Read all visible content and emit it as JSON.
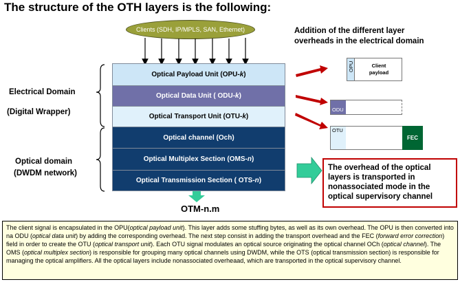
{
  "title": "The structure of  the OTH layers is the following:",
  "clients_label": "Clients (SDH, IP/MPLS, SAN, Ethernet)",
  "layers": [
    {
      "label": "Optical Payload Unit (OPU-",
      "suffix": "k",
      "close": ")",
      "bg": "#cde6f7",
      "fg": "#000000"
    },
    {
      "label": "Optical Data Unit ( ODU-",
      "suffix": "k",
      "close": ")",
      "bg": "#7070a8",
      "fg": "#ffffff"
    },
    {
      "label": "Optical Transport Unit (OTU-",
      "suffix": "k",
      "close": ")",
      "bg": "#e0f1fb",
      "fg": "#000000"
    },
    {
      "label": "Optical channel  (Och)",
      "suffix": "",
      "close": "",
      "bg": "#113d6e",
      "fg": "#ffffff"
    },
    {
      "label": "Optical Multiplex  Section (OMS-",
      "suffix": "n",
      "close": ")",
      "bg": "#113d6e",
      "fg": "#ffffff"
    },
    {
      "label": "Optical Transmission Section ( OTS-",
      "suffix": "n",
      "close": ")",
      "bg": "#113d6e",
      "fg": "#ffffff"
    }
  ],
  "electrical_domain": "Electrical Domain",
  "digital_wrapper": "(Digital Wrapper)",
  "optical_domain": "Optical domain",
  "dwdm_network": "(DWDM network)",
  "otm_label": "OTM-n.m",
  "addition_text": "Addition of the different layer overheads in the electrical domain",
  "overhead_boxes": {
    "opu": "OPU",
    "client_payload": "Client payload",
    "odu": "ODU",
    "otu": "OTU",
    "fec": "FEC"
  },
  "callout_text": "The overhead of the optical layers is transported  in nonassociated mode in the optical supervisory channel",
  "description": {
    "s1a": "The client signal is encapsulated in the OPU(",
    "s1b": "optical payload unit",
    "s1c": "). This layer adds some stuffing bytes, as well as its own overhead. The OPU is then converted into na ODU (",
    "s1d": "optical  data unit",
    "s1e": ") by adding the corresponding overhead.  The next step consist in adding the transport overhead and the FEC (",
    "s1f": "forward error correction",
    "s1g": ") field in order to create  the OTU (",
    "s1h": "optical transport unit",
    "s1i": "). Each OTU signal modulates an optical source originating the optical channel  OCh (",
    "s1j": "optical channel",
    "s1k": "). The OMS (",
    "s1l": "optical multiplex section",
    "s1m": ") is responsible for grouping many optical channels using DWDM, while the OTS (optical transmission section) is responsible for managing the optical amplifiers. All the optical layers include nonassociated overheaad, which are transported in the optical supervisory channel."
  },
  "colors": {
    "red_arrow": "#c00000",
    "green_arrow": "#33cc99",
    "fec": "#006633",
    "otm_arrow": "#33cc99"
  }
}
